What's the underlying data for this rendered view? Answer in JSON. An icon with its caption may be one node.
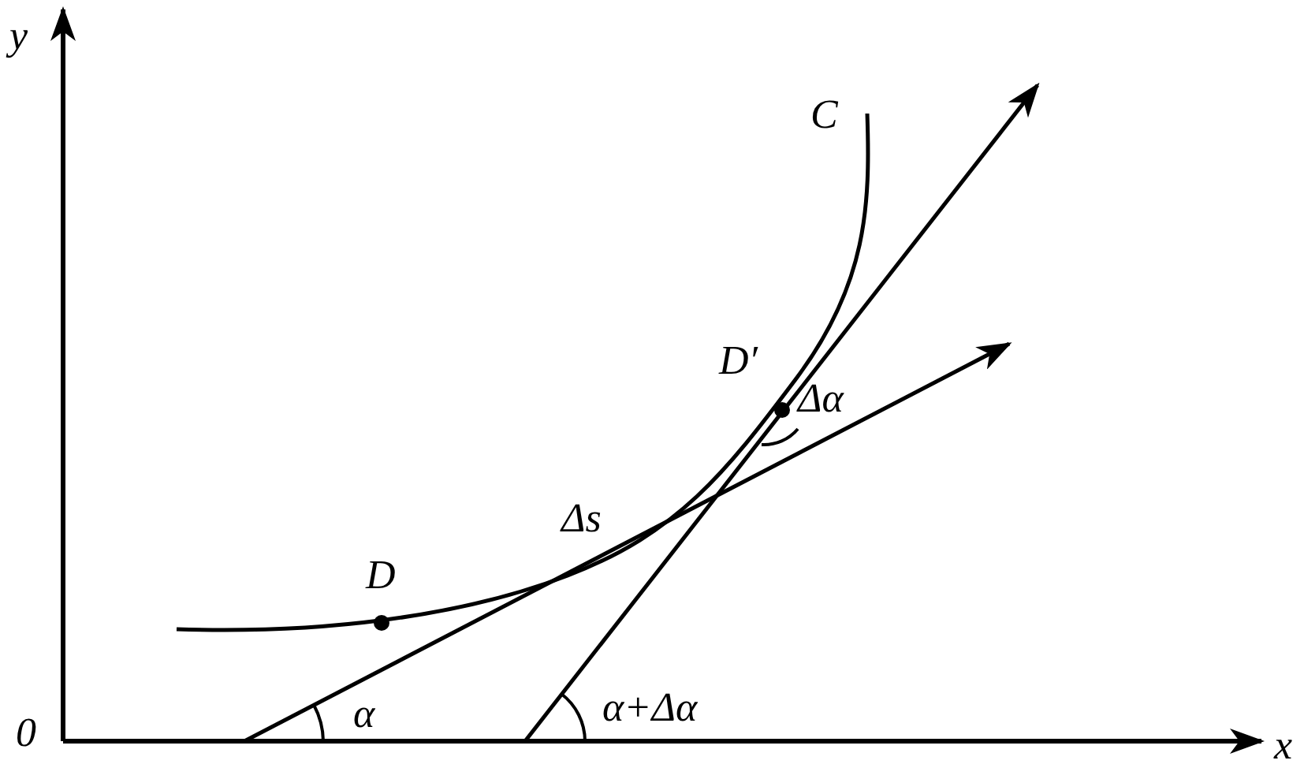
{
  "diagram": {
    "labels": [
      "y",
      "C",
      "D′",
      "Δα",
      "Δs",
      "D",
      "0",
      "α",
      "α+Δα",
      "x"
    ]
  }
}
